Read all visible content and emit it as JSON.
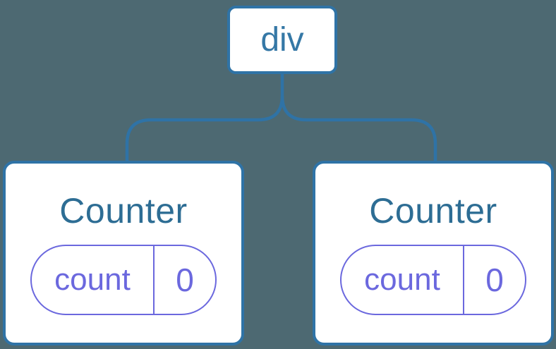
{
  "diagram": {
    "root_node": {
      "label": "div"
    },
    "children": [
      {
        "title": "Counter",
        "state_key": "count",
        "state_value": "0"
      },
      {
        "title": "Counter",
        "state_key": "count",
        "state_value": "0"
      }
    ]
  },
  "colors": {
    "background": "#4d6972",
    "connector": "#2f73a6",
    "card_border": "#2f73a6",
    "card_bg": "#ffffff",
    "root_label_text": "#3578a6",
    "title_text": "#2d6d94",
    "state_accent": "#6b68de"
  }
}
